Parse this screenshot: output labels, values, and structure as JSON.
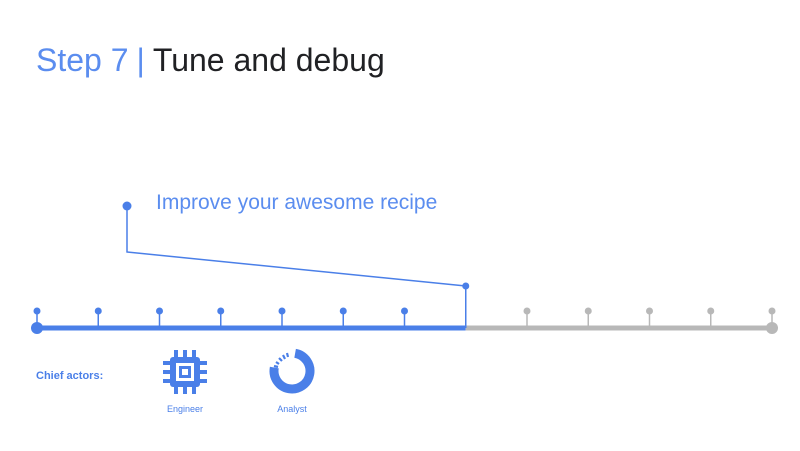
{
  "title": {
    "step": "Step 7",
    "separator": "|",
    "main": "Tune and debug"
  },
  "callout": {
    "text": "Improve your awesome recipe"
  },
  "timeline": {
    "total_ticks": 13,
    "current_index": 7,
    "colors": {
      "active": "#4a7fe8",
      "inactive": "#b8b8b8"
    }
  },
  "actors": {
    "label": "Chief actors:",
    "items": [
      {
        "name": "Engineer",
        "icon": "chip-icon"
      },
      {
        "name": "Analyst",
        "icon": "donut-chart-icon"
      }
    ]
  }
}
